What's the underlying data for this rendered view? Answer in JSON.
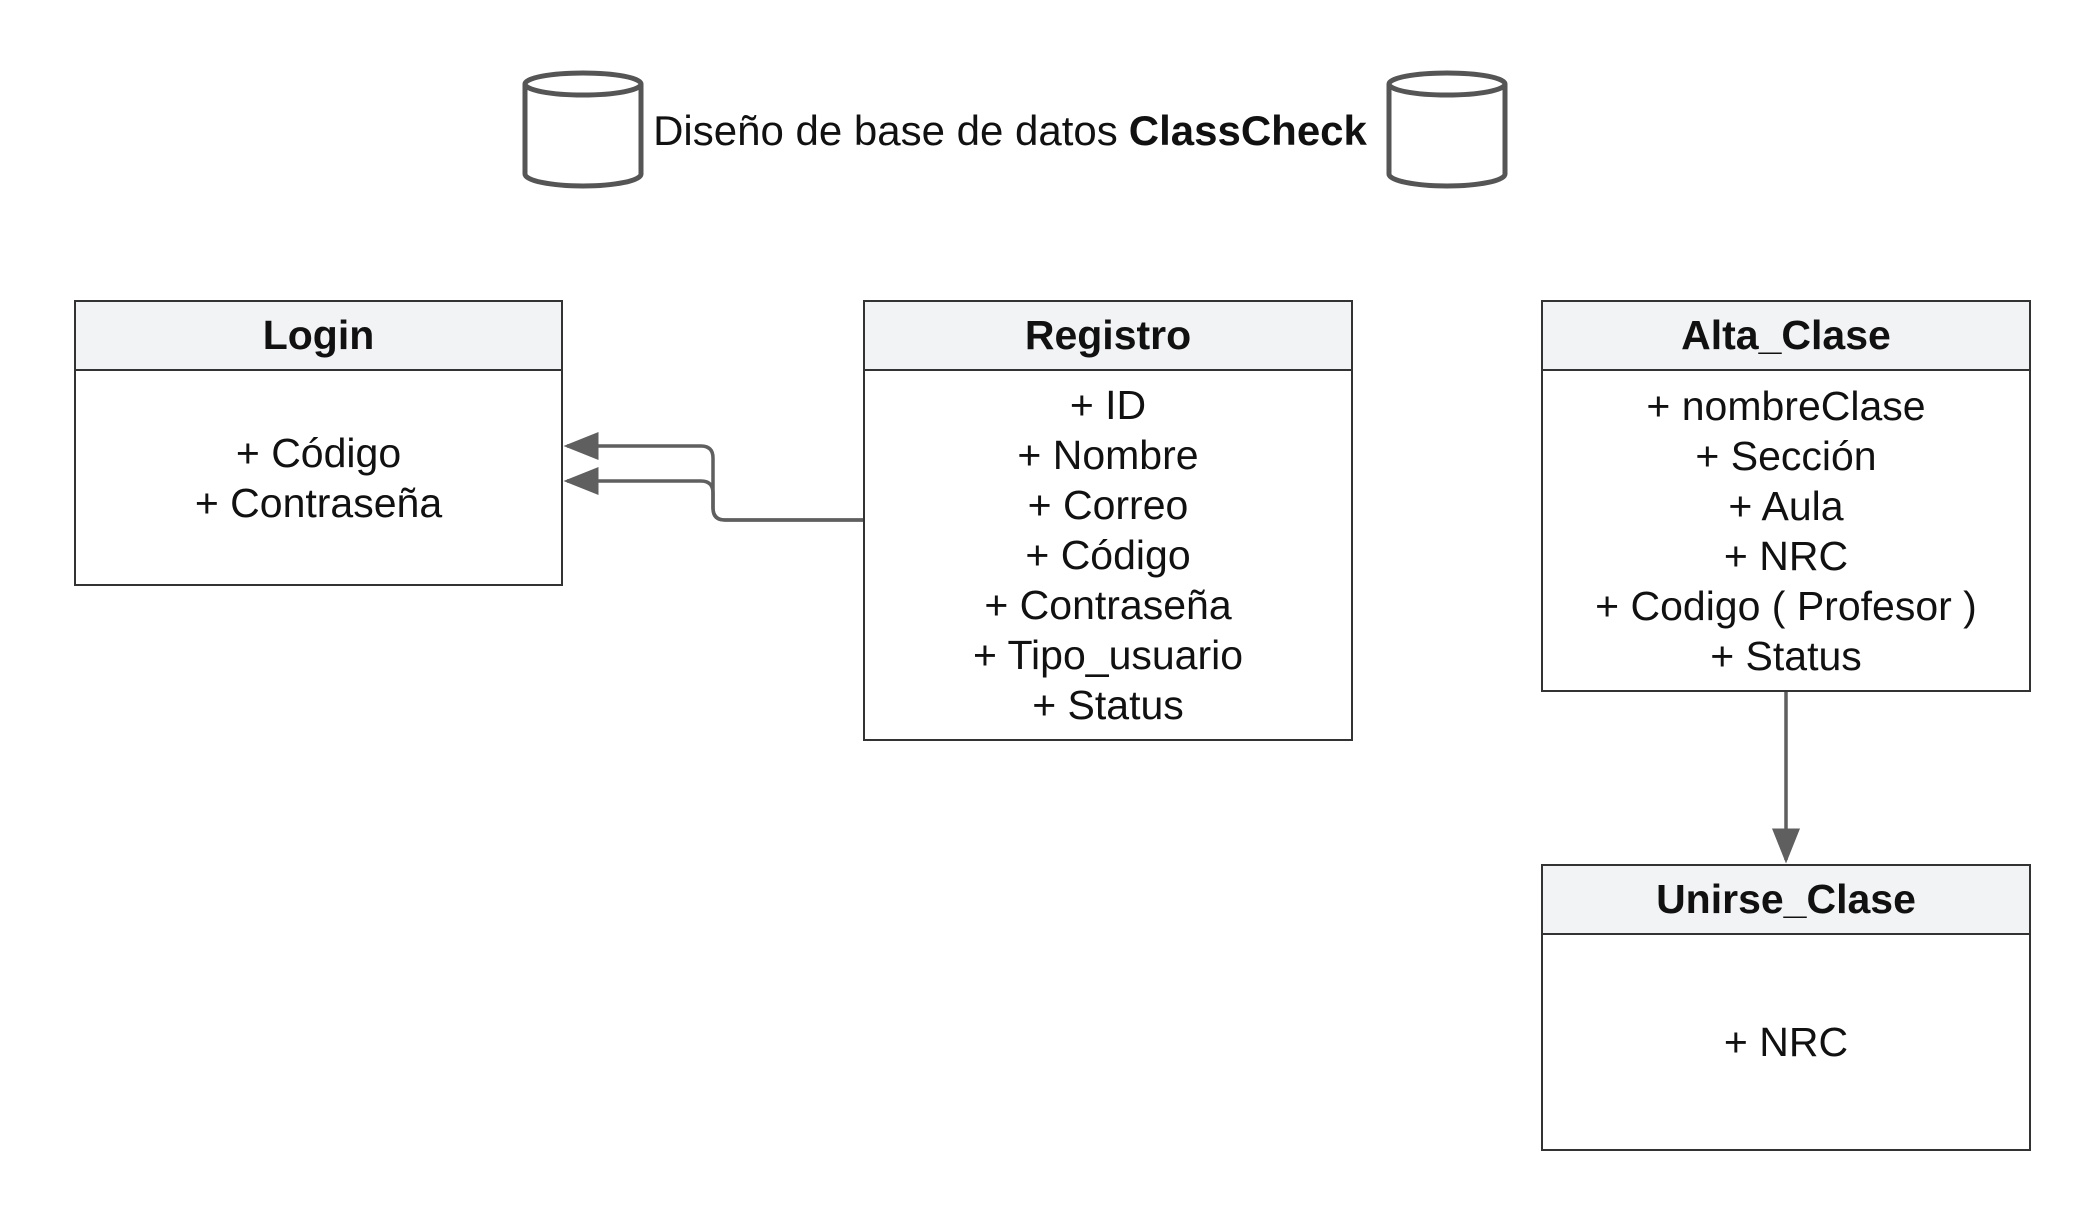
{
  "title": {
    "prefix": "Diseño de base de datos",
    "bold": "ClassCheck"
  },
  "icons": {
    "left": "database-icon",
    "right": "database-icon"
  },
  "colors": {
    "border": "#333333",
    "header_fill": "#f2f3f5",
    "connector": "#5f5f5f",
    "icon_stroke": "#555555"
  },
  "entities": {
    "login": {
      "name": "Login",
      "fields": [
        "+ Código",
        "+ Contraseña"
      ]
    },
    "registro": {
      "name": "Registro",
      "fields": [
        "+ ID",
        "+ Nombre",
        "+ Correo",
        "+ Código",
        "+ Contraseña",
        "+ Tipo_usuario",
        "+ Status"
      ]
    },
    "alta_clase": {
      "name": "Alta_Clase",
      "fields": [
        "+ nombreClase",
        "+ Sección",
        "+ Aula",
        "+ NRC",
        "+ Codigo ( Profesor )",
        "+ Status"
      ]
    },
    "unirse_clase": {
      "name": "Unirse_Clase",
      "fields": [
        "+ NRC"
      ]
    }
  }
}
